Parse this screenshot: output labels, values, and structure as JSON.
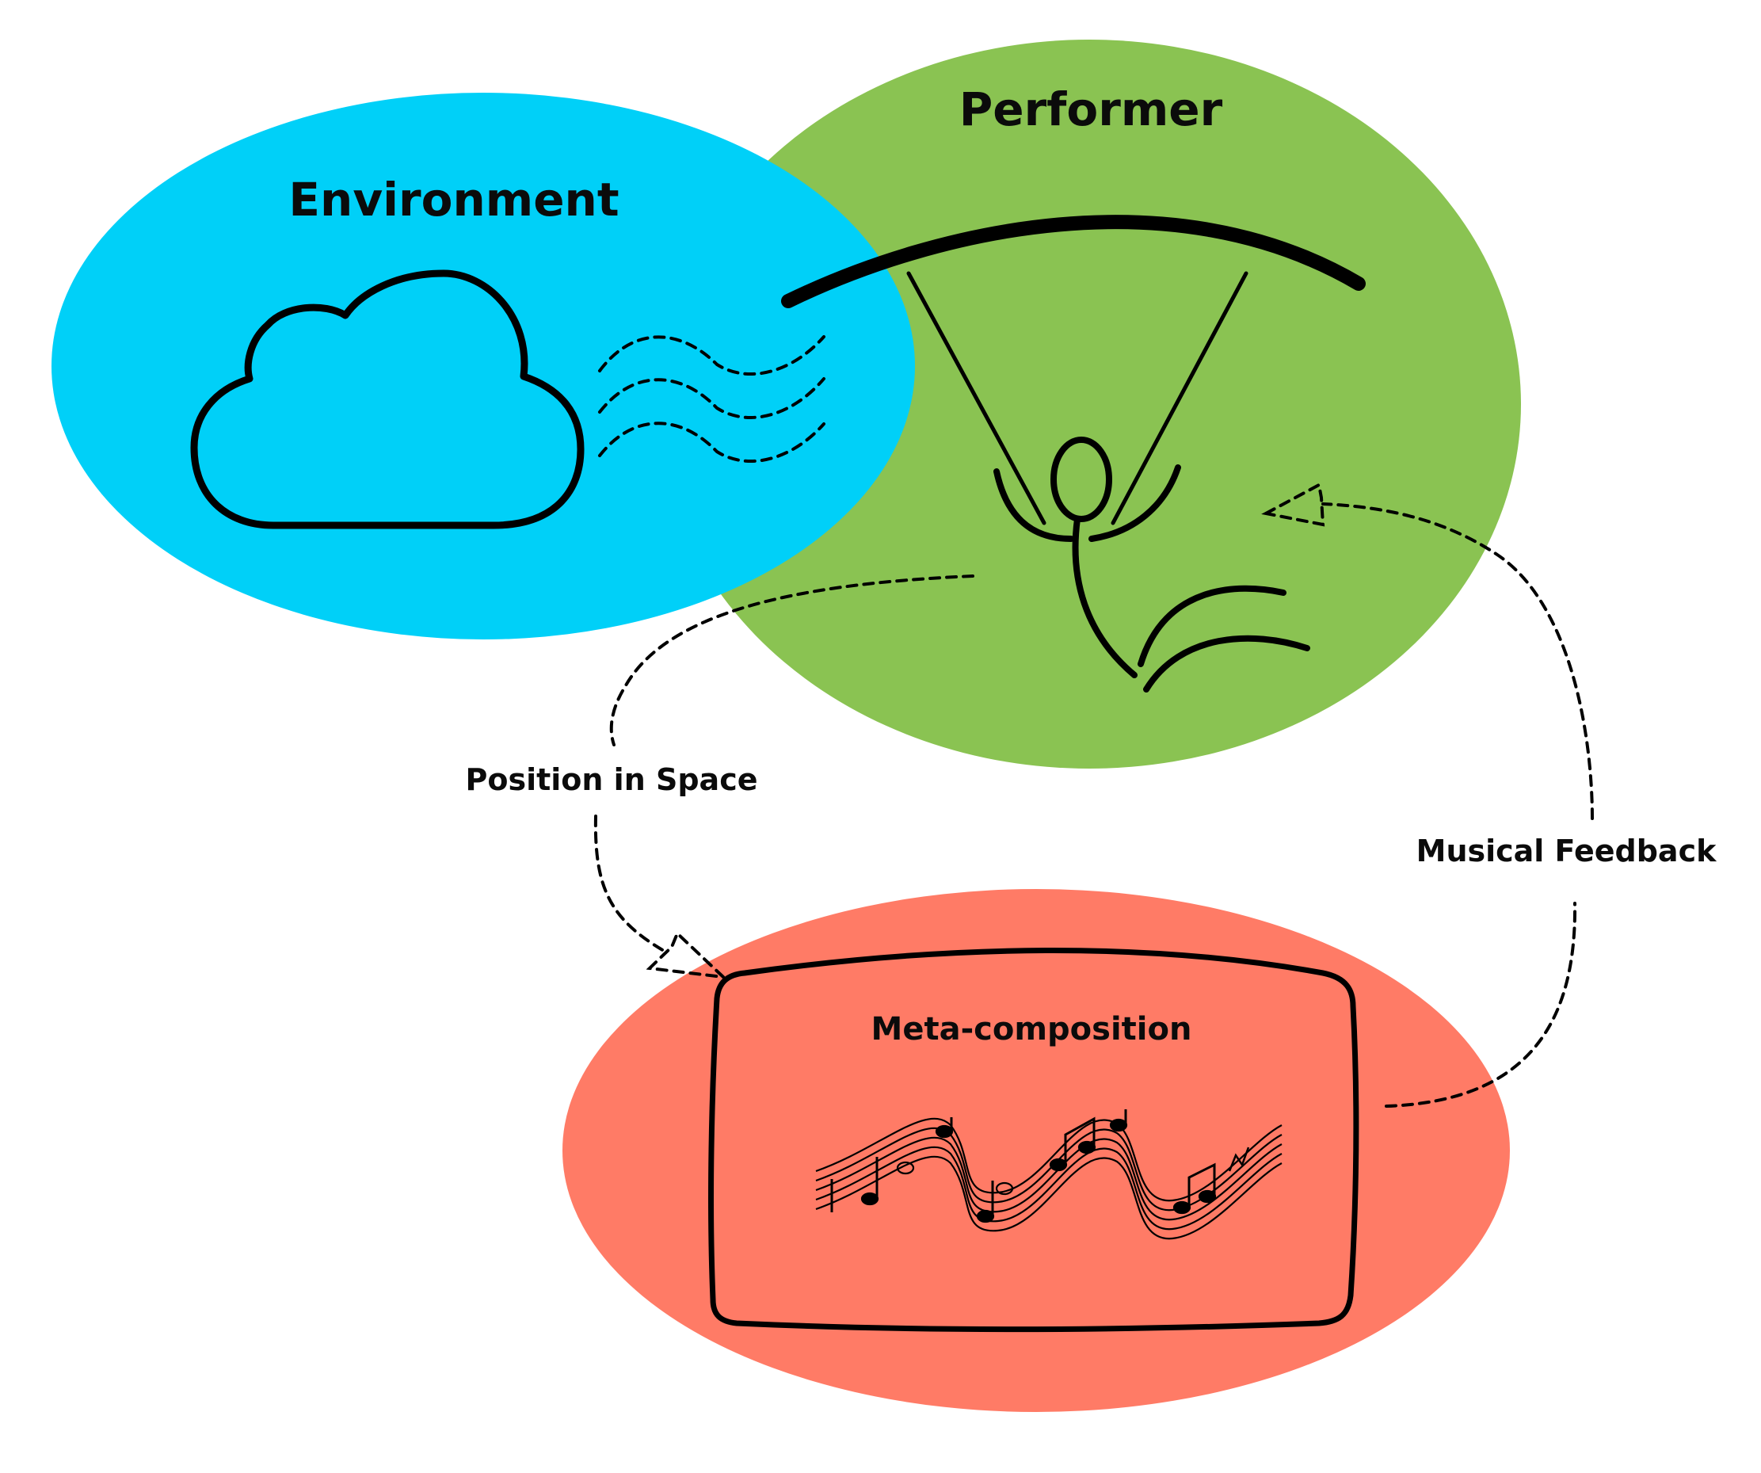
{
  "diagram": {
    "nodes": {
      "environment": {
        "label": "Environment",
        "color": "#00D0F8"
      },
      "performer": {
        "label": "Performer",
        "color": "#8AC352"
      },
      "meta": {
        "label": "Meta-composition",
        "color": "#FF7B66"
      }
    },
    "edges": {
      "position": {
        "label": "Position in Space",
        "from": "performer",
        "to": "meta"
      },
      "feedback": {
        "label": "Musical Feedback",
        "from": "meta",
        "to": "performer"
      }
    },
    "icons": [
      "cloud-icon",
      "wind-lines-icon",
      "paraglider-icon",
      "music-staff-icon"
    ]
  }
}
